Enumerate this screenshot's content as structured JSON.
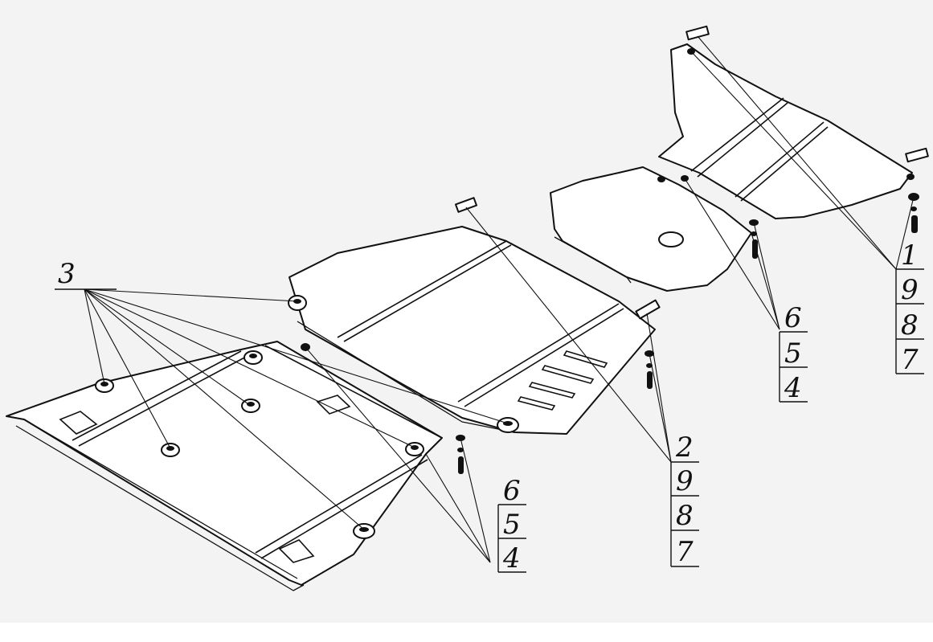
{
  "callouts": {
    "a": {
      "label": "3"
    },
    "b": {
      "items": [
        "6",
        "5",
        "4"
      ]
    },
    "c": {
      "items": [
        "2",
        "9",
        "8",
        "7"
      ]
    },
    "d": {
      "items": [
        "6",
        "5",
        "4"
      ]
    },
    "e": {
      "items": [
        "1",
        "9",
        "8",
        "7"
      ]
    }
  }
}
